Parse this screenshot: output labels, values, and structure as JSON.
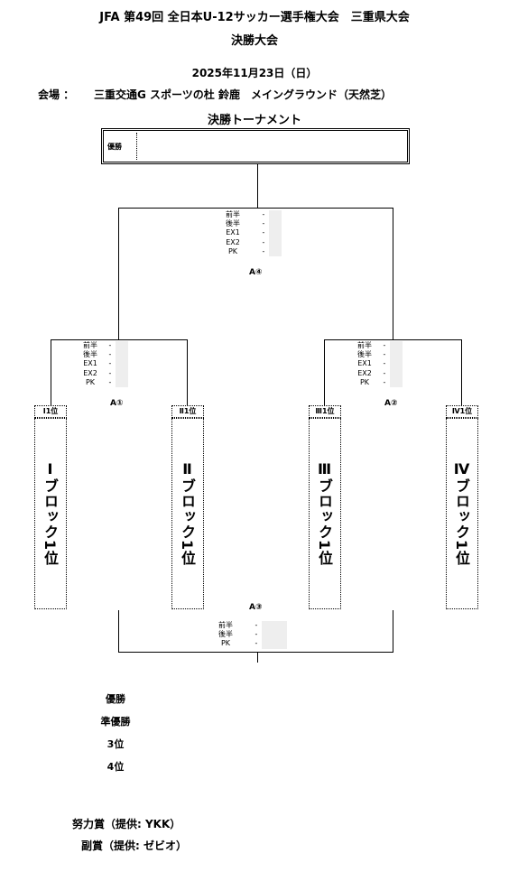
{
  "header": {
    "title": "JFA 第49回 全日本U-12サッカー選手権大会　三重県大会",
    "subtitle": "決勝大会",
    "date": "2025年11月23日（日）",
    "venue_label": "会場 ：",
    "venue": "三重交通G スポーツの杜 鈴鹿　メイングラウンド（天然芝）",
    "bracket_title": "決勝トーナメント"
  },
  "champion_box": {
    "label": "優勝"
  },
  "score_rows_full": [
    "前半",
    "後半",
    "EX1",
    "EX2",
    "PK"
  ],
  "score_rows_third": [
    "前半",
    "後半",
    "PK"
  ],
  "dash": "-",
  "matches": {
    "a1": "A①",
    "a2": "A②",
    "a3": "A③",
    "a4": "A④"
  },
  "teams": [
    {
      "slot": "Ⅰ1位",
      "name": "Ⅰブロック1位"
    },
    {
      "slot": "Ⅱ1位",
      "name": "Ⅱブロック1位"
    },
    {
      "slot": "Ⅲ1位",
      "name": "Ⅲブロック1位"
    },
    {
      "slot": "Ⅳ1位",
      "name": "Ⅳブロック1位"
    }
  ],
  "results": [
    "優勝",
    "準優勝",
    "3位",
    "4位"
  ],
  "awards": [
    "努力賞（提供: YKK）",
    "副賞（提供: ゼビオ）"
  ]
}
